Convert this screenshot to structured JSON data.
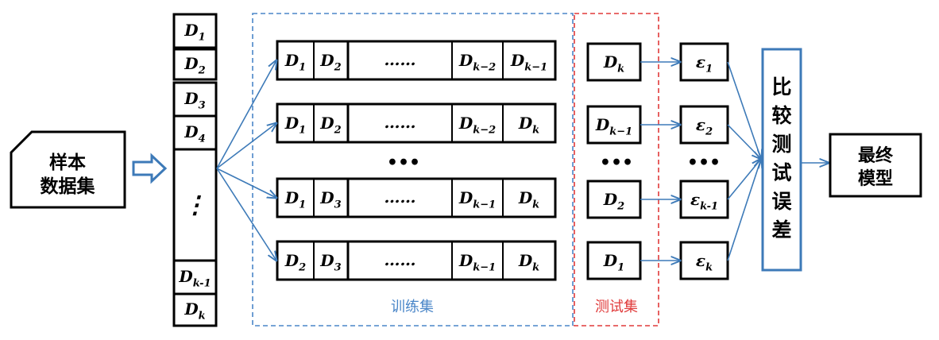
{
  "sample_data_label": [
    "样本",
    "数据集"
  ],
  "dataset_column": [
    {
      "base": "D",
      "sub": "1"
    },
    {
      "base": "D",
      "sub": "2"
    },
    {
      "base": "D",
      "sub": "3"
    },
    {
      "base": "D",
      "sub": "4"
    },
    {
      "base": "⋮",
      "sub": ""
    },
    {
      "base": "D",
      "sub": "k-1"
    },
    {
      "base": "D",
      "sub": "k"
    }
  ],
  "training_rows": [
    [
      {
        "base": "D",
        "sub": "1"
      },
      {
        "base": "D",
        "sub": "2"
      },
      {
        "base": "……",
        "sub": ""
      },
      {
        "base": "D",
        "sub": "k−2"
      },
      {
        "base": "D",
        "sub": "k−1"
      }
    ],
    [
      {
        "base": "D",
        "sub": "1"
      },
      {
        "base": "D",
        "sub": "2"
      },
      {
        "base": "……",
        "sub": ""
      },
      {
        "base": "D",
        "sub": "k−2"
      },
      {
        "base": "D",
        "sub": "k"
      }
    ],
    [
      {
        "base": "D",
        "sub": "1"
      },
      {
        "base": "D",
        "sub": "3"
      },
      {
        "base": "……",
        "sub": ""
      },
      {
        "base": "D",
        "sub": "k−1"
      },
      {
        "base": "D",
        "sub": "k"
      }
    ],
    [
      {
        "base": "D",
        "sub": "2"
      },
      {
        "base": "D",
        "sub": "3"
      },
      {
        "base": "……",
        "sub": ""
      },
      {
        "base": "D",
        "sub": "k−1"
      },
      {
        "base": "D",
        "sub": "k"
      }
    ]
  ],
  "row_ellipsis": "•••",
  "test_items": [
    {
      "base": "D",
      "sub": "k"
    },
    {
      "base": "D",
      "sub": "k−1"
    },
    {
      "base": "D",
      "sub": "2"
    },
    {
      "base": "D",
      "sub": "1"
    }
  ],
  "error_items": [
    {
      "base": "ε",
      "sub": "1"
    },
    {
      "base": "ε",
      "sub": "2"
    },
    {
      "base": "ε",
      "sub": "k-1"
    },
    {
      "base": "ε",
      "sub": "k"
    }
  ],
  "compare_label": [
    "比",
    "较",
    "测",
    "试",
    "误",
    "差"
  ],
  "final_model_label": [
    "最终",
    "模型"
  ],
  "training_set_caption": "训练集",
  "test_set_caption": "测试集",
  "colors": {
    "arrow": "#3d7ab8",
    "train_border": "#4a86c8",
    "test_border": "#e03a3a",
    "box": "#000000",
    "compare_border": "#3d7ab8"
  }
}
